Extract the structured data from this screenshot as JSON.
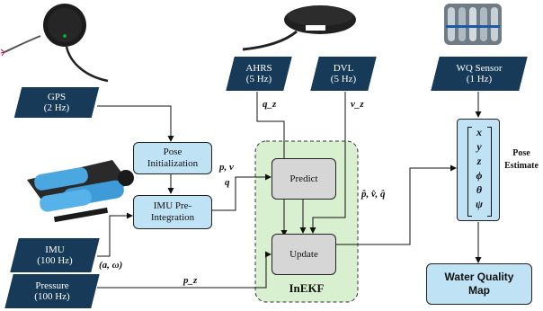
{
  "sensors": {
    "gps": "GPS\n(2 Hz)",
    "ahrs": "AHRS\n(5 Hz)",
    "dvl": "DVL\n(5 Hz)",
    "wq_sensor": "WQ Sensor\n(1 Hz)",
    "imu": "IMU\n(100 Hz)",
    "pressure": "Pressure\n(100 Hz)"
  },
  "blocks": {
    "pose_init": "Pose\nInitialization",
    "imu_preint": "IMU Pre-\nIntegration",
    "predict": "Predict",
    "update": "Update",
    "inekf": "InEKF",
    "water_quality_map": "Water Quality\nMap"
  },
  "labels": {
    "qz": "q_z",
    "vz": "v_z",
    "pv": "p, v",
    "q": "q",
    "imu_signal": "(a, ω)",
    "pz": "p_z",
    "estimates": "p̂, v̂, q̂",
    "pose_estimate": "Pose\nEstimate"
  },
  "pose_vector": [
    "x",
    "y",
    "z",
    "ϕ",
    "θ",
    "ψ"
  ],
  "colors": {
    "sensor_fill": "#163a57",
    "block_blue": "#bfe3f5",
    "block_grey": "#d6d6d6",
    "filter_green": "#d8f0cf"
  }
}
